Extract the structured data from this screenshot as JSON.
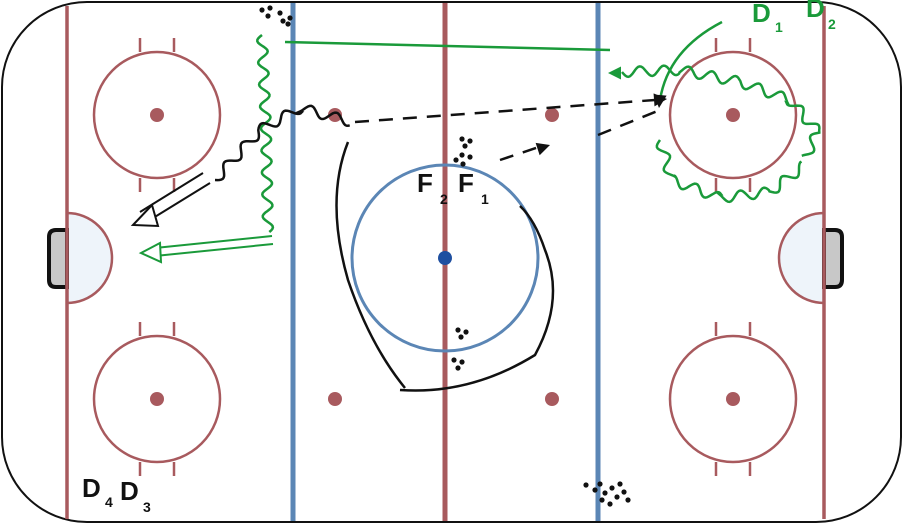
{
  "colors": {
    "red_line": "#a85a5e",
    "blue_line": "#5b86b5",
    "board": "#111111",
    "crease": "#eef4fa",
    "net": "#c8c8c8",
    "green_path": "#1a9a3a",
    "black_path": "#111111",
    "center_dot": "#1f4fa0"
  },
  "labels": {
    "d1": {
      "main": "D",
      "sub": "1"
    },
    "d2": {
      "main": "D",
      "sub": "2"
    },
    "f2": {
      "main": "F",
      "sub": "2"
    },
    "f1": {
      "main": "F",
      "sub": "1"
    },
    "d4": {
      "main": "D",
      "sub": "4"
    },
    "d3": {
      "main": "D",
      "sub": "3"
    }
  },
  "icons": [
    "puck-cluster",
    "arrow-head",
    "goal-net",
    "faceoff-circle",
    "faceoff-dot"
  ]
}
